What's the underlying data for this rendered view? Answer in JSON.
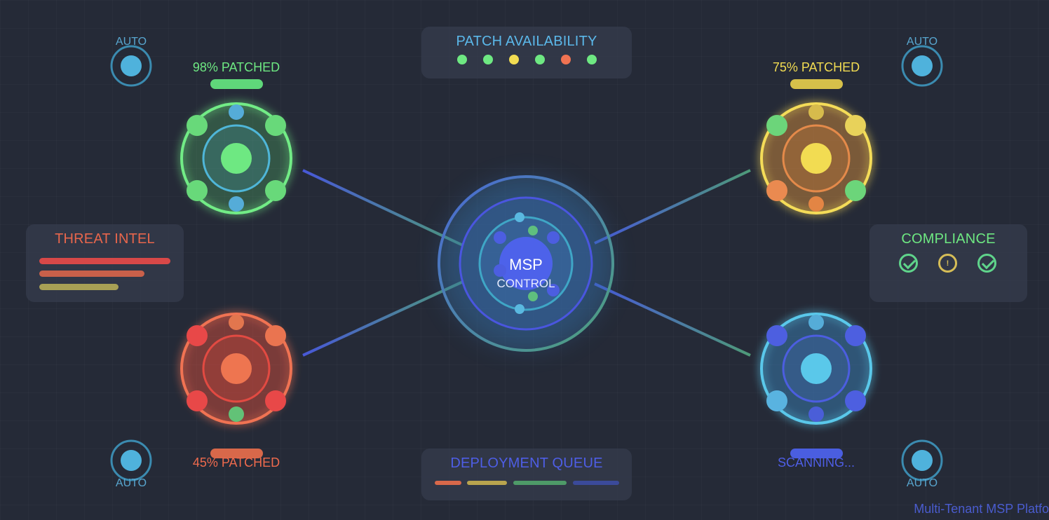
{
  "colors": {
    "green": "#6ee882",
    "yellow": "#f2dc52",
    "orange": "#f07352",
    "cyan": "#5ac8ea",
    "blue": "#4e5ee6",
    "red": "#e84b4b",
    "teal": "#4aa0c8"
  },
  "patch_availability": {
    "title": "PATCH AVAILABILITY",
    "indicators": [
      "green",
      "green",
      "yellow",
      "green",
      "orange",
      "green"
    ]
  },
  "center": {
    "line1": "MSP",
    "line2": "CONTROL"
  },
  "tenants": [
    {
      "id": "top-left",
      "status": "98% PATCHED",
      "status_color": "#6ee882",
      "percent": 98
    },
    {
      "id": "top-right",
      "status": "75% PATCHED",
      "status_color": "#f2dc52",
      "percent": 75
    },
    {
      "id": "bottom-left",
      "status": "45% PATCHED",
      "status_color": "#ee6a4d",
      "percent": 45
    },
    {
      "id": "bottom-right",
      "status": "SCANNING...",
      "status_color": "#4e5ee6"
    }
  ],
  "auto_nodes": [
    {
      "label": "AUTO"
    },
    {
      "label": "AUTO"
    },
    {
      "label": "AUTO"
    },
    {
      "label": "AUTO"
    }
  ],
  "threat_intel": {
    "title": "THREAT INTEL",
    "bars": [
      "red",
      "orange-red",
      "olive"
    ]
  },
  "compliance": {
    "title": "COMPLIANCE",
    "items": [
      "check",
      "warning",
      "check"
    ],
    "warning_symbol": "!"
  },
  "deployment_queue": {
    "title": "DEPLOYMENT QUEUE",
    "stages": [
      "orange",
      "olive",
      "green",
      "blue"
    ]
  },
  "footer": {
    "text": "Multi-Tenant MSP Platfo"
  }
}
